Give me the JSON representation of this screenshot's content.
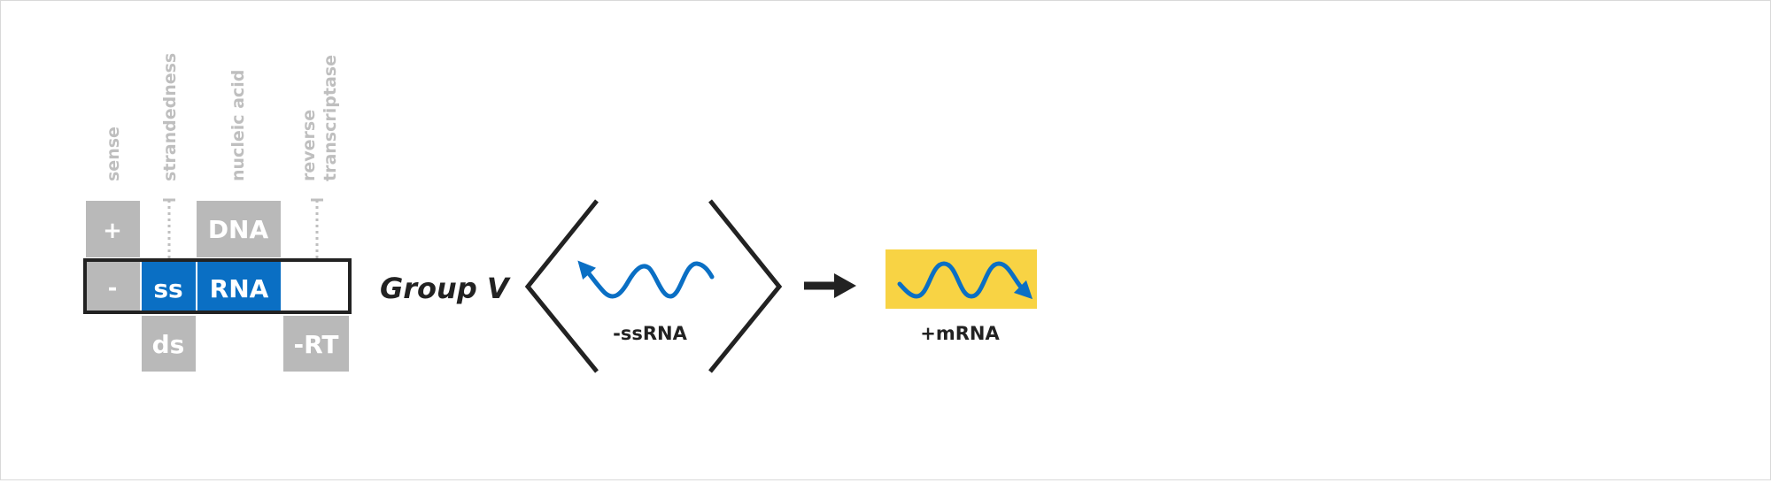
{
  "colors": {
    "gray_box": "#b9b9b9",
    "gray_text": "#bfbfbf",
    "blue": "#0a6fc4",
    "yellow": "#f8d344",
    "dark": "#222222",
    "white": "#ffffff"
  },
  "headers": {
    "sense": "sense",
    "strandedness": "strandedness",
    "nucleic_acid": "nucleic acid",
    "rt_line1": "reverse",
    "rt_line2": "transcriptase"
  },
  "classification": {
    "sense_plus": "+",
    "sense_minus": "-",
    "strand_ss": "ss",
    "strand_ds": "ds",
    "acid_dna": "DNA",
    "acid_rna": "RNA",
    "rt_minus": "-RT"
  },
  "group_label": "Group V",
  "genome_label": "-ssRNA",
  "product_label": "+mRNA"
}
